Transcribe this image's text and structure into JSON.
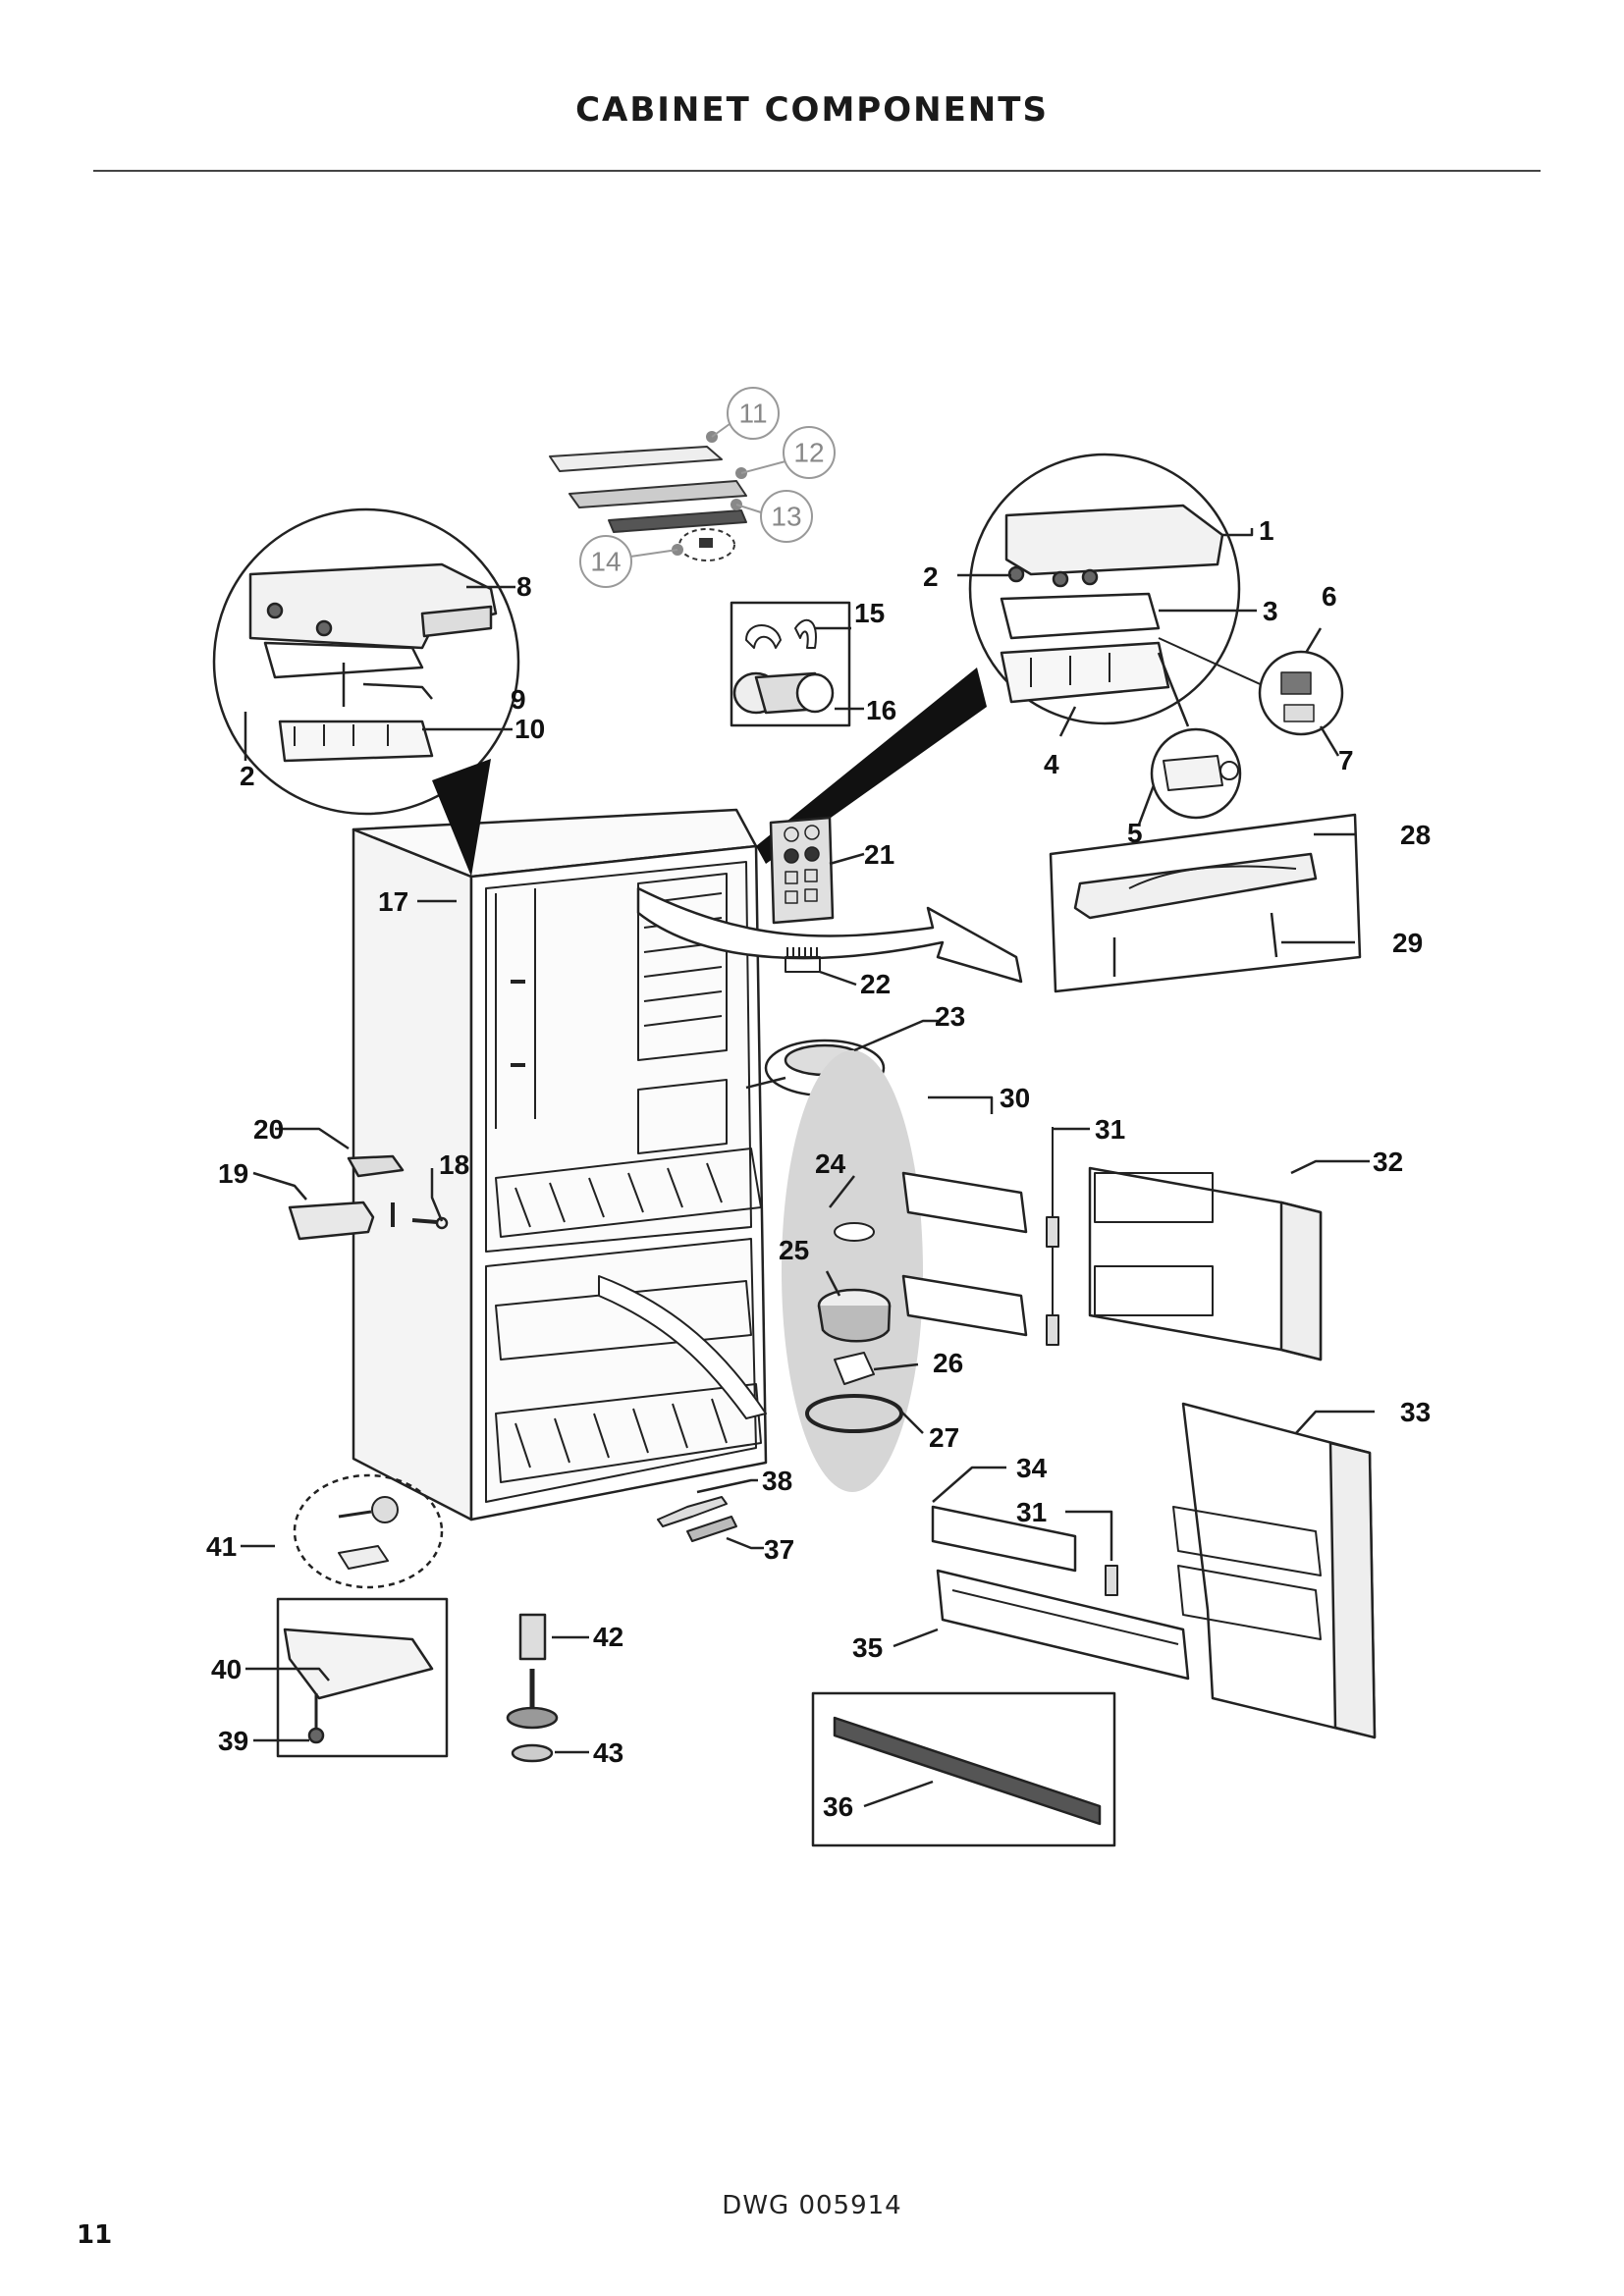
{
  "page": {
    "title": "CABINET COMPONENTS",
    "drawing_number": "DWG 005914",
    "page_number": "11"
  },
  "callouts": {
    "n1": "1",
    "n2": "2",
    "n3": "3",
    "n4": "4",
    "n5": "5",
    "n6": "6",
    "n7": "7",
    "n8": "8",
    "n9": "9",
    "n10": "10",
    "n11": "11",
    "n12": "12",
    "n13": "13",
    "n14": "14",
    "n15": "15",
    "n16": "16",
    "n17": "17",
    "n18": "18",
    "n19": "19",
    "n20": "20",
    "n21": "21",
    "n22": "22",
    "n23": "23",
    "n24": "24",
    "n25": "25",
    "n26": "26",
    "n27": "27",
    "n28": "28",
    "n29": "29",
    "n30": "30",
    "n31": "31",
    "n32": "32",
    "n33": "33",
    "n34": "34",
    "n35": "35",
    "n36": "36",
    "n37": "37",
    "n38": "38",
    "n39": "39",
    "n40": "40",
    "n41": "41",
    "n42": "42",
    "n43": "43"
  }
}
